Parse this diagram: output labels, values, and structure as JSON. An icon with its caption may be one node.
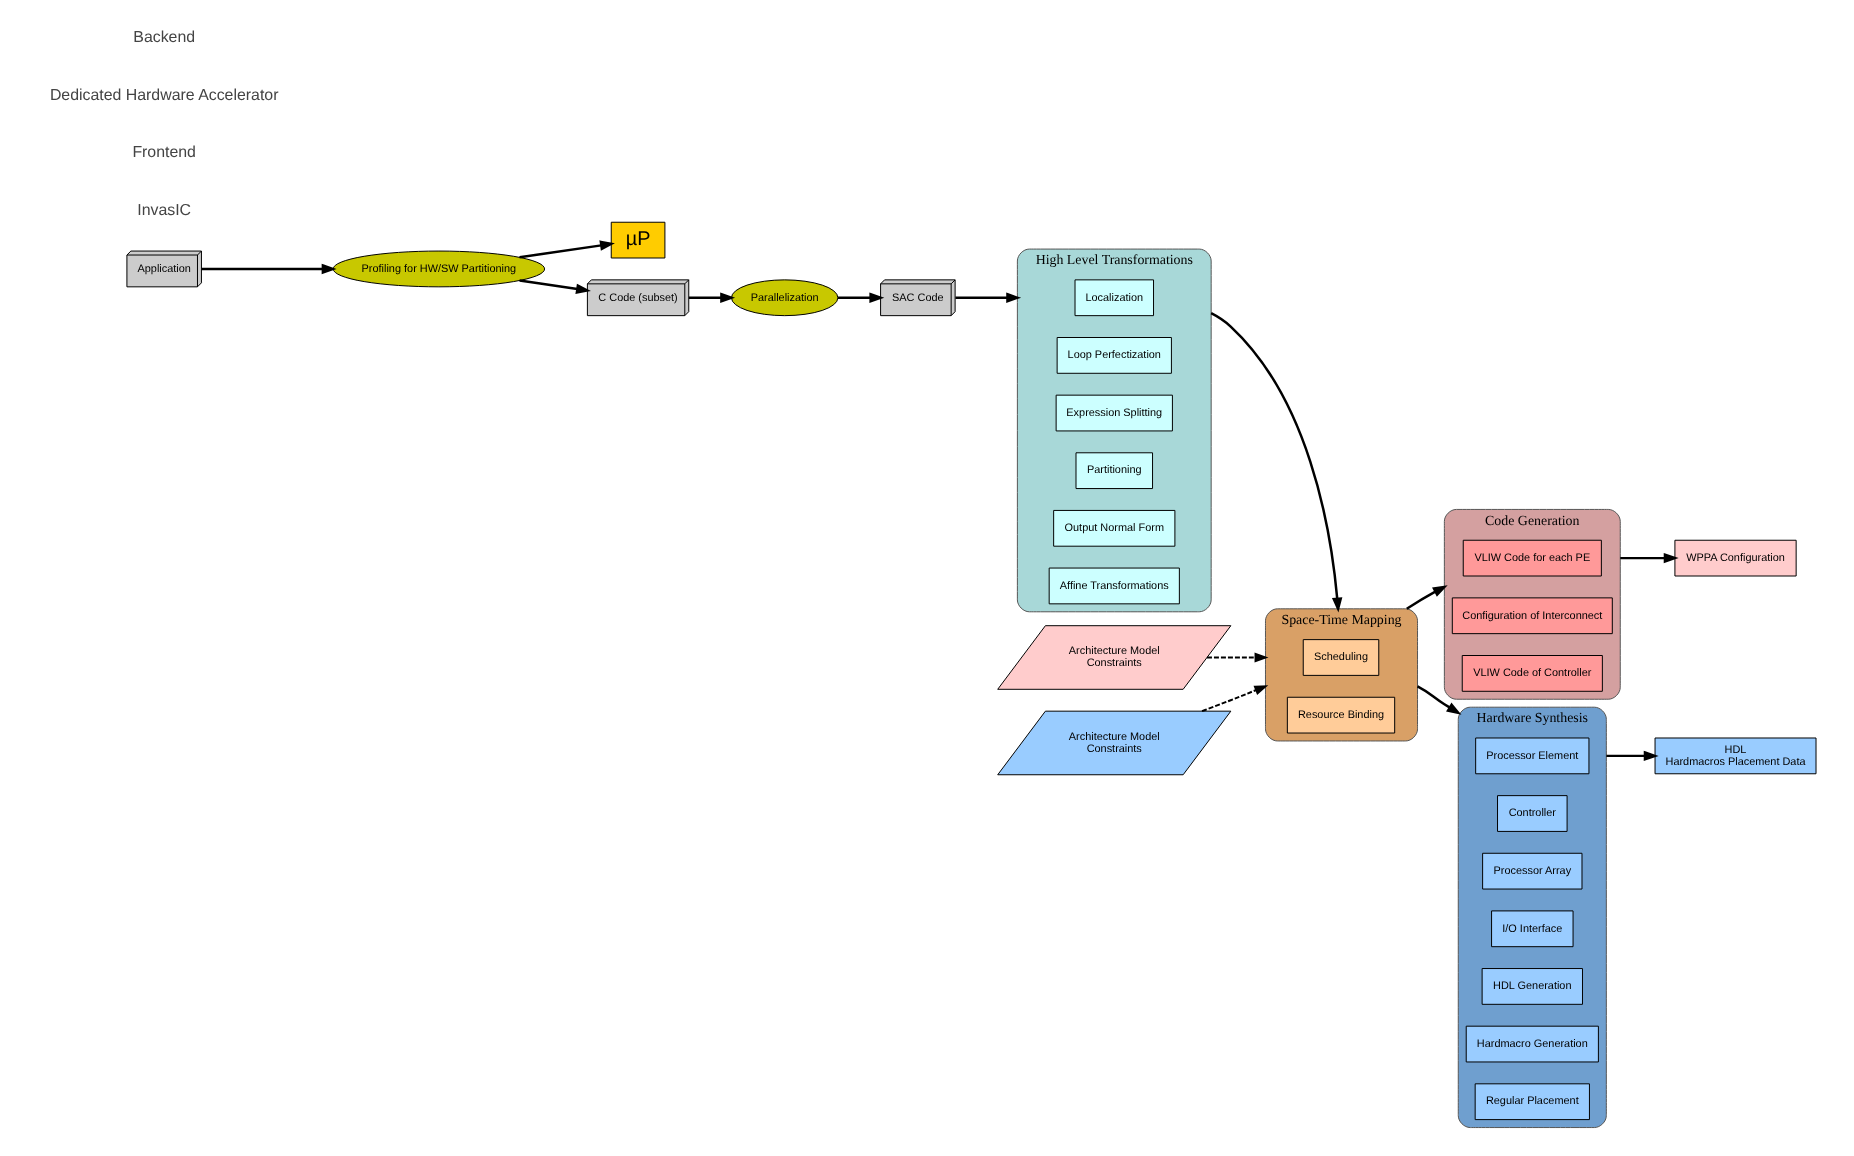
{
  "diagram": {
    "nodes": [
      {
        "text": [
          "Application"
        ]
      },
      {
        "text": [
          "Profiling for HW/SW Partitioning"
        ]
      },
      {
        "text": [
          "µP"
        ]
      },
      {
        "text": [
          "C Code (subset)"
        ]
      },
      {
        "text": [
          "Parallelization"
        ]
      },
      {
        "text": [
          "SAC Code"
        ]
      },
      {
        "text": [
          "High Level Transformations"
        ]
      },
      {
        "text": [
          "Localization"
        ],
        "in": 6
      },
      {
        "text": [
          "Loop Perfectization"
        ],
        "in": 6
      },
      {
        "text": [
          "Expression Splitting"
        ],
        "in": 6
      },
      {
        "text": [
          "Partitioning"
        ],
        "in": 6
      },
      {
        "text": [
          "Output Normal Form"
        ],
        "in": 6
      },
      {
        "text": [
          "Affine Transformations"
        ],
        "in": 6
      },
      {
        "text": [
          "Architecture Model",
          "Constraints"
        ]
      },
      {
        "text": [
          "Space-Time Mapping"
        ]
      },
      {
        "text": [
          "Scheduling"
        ],
        "in": 14
      },
      {
        "text": [
          "Resource Binding"
        ],
        "in": 14
      },
      {
        "text": [
          "Architecture Model",
          "Constraints"
        ]
      },
      {
        "text": [
          "Code Generation"
        ]
      },
      {
        "text": [
          "VLIW Code for each PE"
        ],
        "in": 18
      },
      {
        "text": [
          "Configuration of Interconnect"
        ],
        "in": 18
      },
      {
        "text": [
          "VLIW Code of Controller"
        ],
        "in": 18
      },
      {
        "text": [
          "WPPA Configuration"
        ]
      },
      {
        "text": [
          "Hardware Synthesis"
        ]
      },
      {
        "text": [
          "Processor Element"
        ],
        "in": 23
      },
      {
        "text": [
          "Controller"
        ],
        "in": 23
      },
      {
        "text": [
          "Processor Array"
        ],
        "in": 23
      },
      {
        "text": [
          "I/O Interface"
        ],
        "in": 23
      },
      {
        "text": [
          "HDL Generation"
        ],
        "in": 23
      },
      {
        "text": [
          "Hardmacro Generation"
        ],
        "in": 23
      },
      {
        "text": [
          "Regular Placement"
        ],
        "in": 23
      },
      {
        "text": [
          "HDL",
          "Hardmacros Placement Data"
        ]
      }
    ],
    "edges": [
      {
        "from": 0,
        "to": 1,
        "arrow": "to"
      },
      {
        "from": 1,
        "to": 2,
        "arrow": "to"
      },
      {
        "from": 1,
        "to": 3,
        "arrow": "to"
      },
      {
        "from": 3,
        "to": 4,
        "arrow": "to"
      },
      {
        "from": 4,
        "to": 5,
        "arrow": "to"
      },
      {
        "from": 5,
        "to": 6,
        "arrow": "to"
      },
      {
        "from": 6,
        "to": 14,
        "arrow": "to"
      },
      {
        "from": 13,
        "to": 14,
        "arrow": "to",
        "style": "dashed"
      },
      {
        "from": 17,
        "to": 14,
        "arrow": "to",
        "style": "dashed"
      },
      {
        "from": 14,
        "to": 18,
        "arrow": "to"
      },
      {
        "from": 14,
        "to": 23,
        "arrow": "to"
      },
      {
        "from": 18,
        "to": 22,
        "arrow": "to"
      },
      {
        "from": 23,
        "to": 31,
        "arrow": "to"
      }
    ],
    "labels": [
      "InvasIC",
      "Frontend",
      "Dedicated Hardware Accelerator",
      "Backend"
    ]
  }
}
